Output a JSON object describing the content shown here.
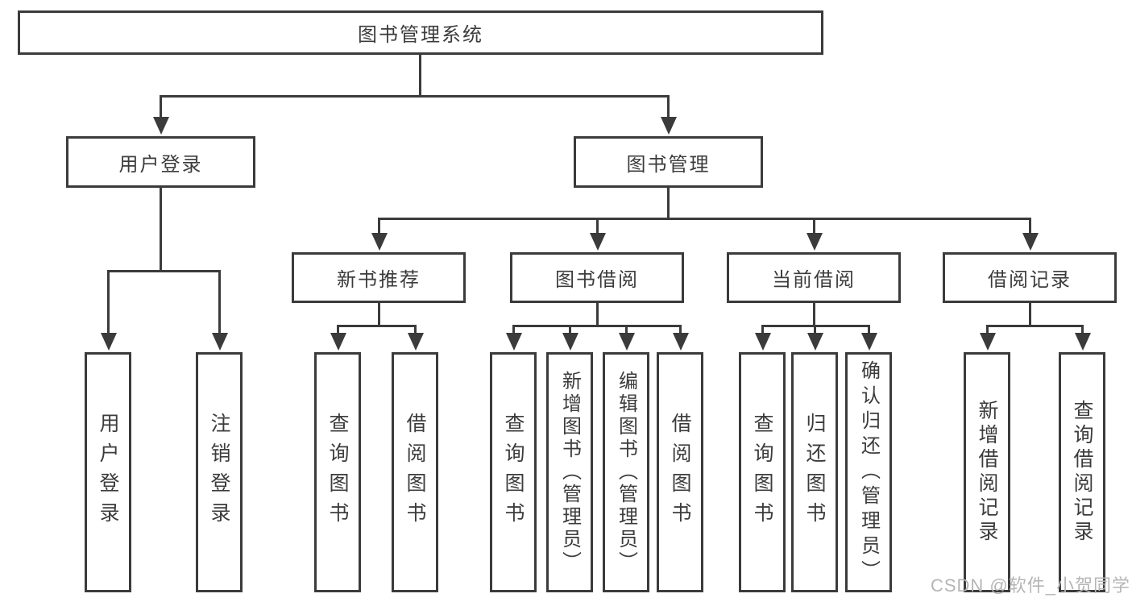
{
  "root": {
    "label": "图书管理系统"
  },
  "level2": [
    {
      "label": "用户登录"
    },
    {
      "label": "图书管理"
    }
  ],
  "level3": [
    {
      "label": "新书推荐"
    },
    {
      "label": "图书借阅"
    },
    {
      "label": "当前借阅"
    },
    {
      "label": "借阅记录"
    }
  ],
  "leaves": {
    "user_login": [
      {
        "label": "用户登录"
      },
      {
        "label": "注销登录"
      }
    ],
    "new_book": [
      {
        "label": "查询图书"
      },
      {
        "label": "借阅图书"
      }
    ],
    "borrow": [
      {
        "label": "查询图书"
      },
      {
        "label": "新增图书（管理员）"
      },
      {
        "label": "编辑图书（管理员）"
      },
      {
        "label": "借阅图书"
      }
    ],
    "current": [
      {
        "label": "查询图书"
      },
      {
        "label": "归还图书"
      },
      {
        "label": "确认归还（管理员）"
      }
    ],
    "records": [
      {
        "label": "新增借阅记录"
      },
      {
        "label": "查询借阅记录"
      }
    ]
  },
  "watermark": {
    "label": "CSDN @软件_小贺同学"
  },
  "colors": {
    "line": "#3b3b3b",
    "text": "#3c3c3c",
    "background": "#ffffff",
    "watermark": "#b5b5b5"
  }
}
